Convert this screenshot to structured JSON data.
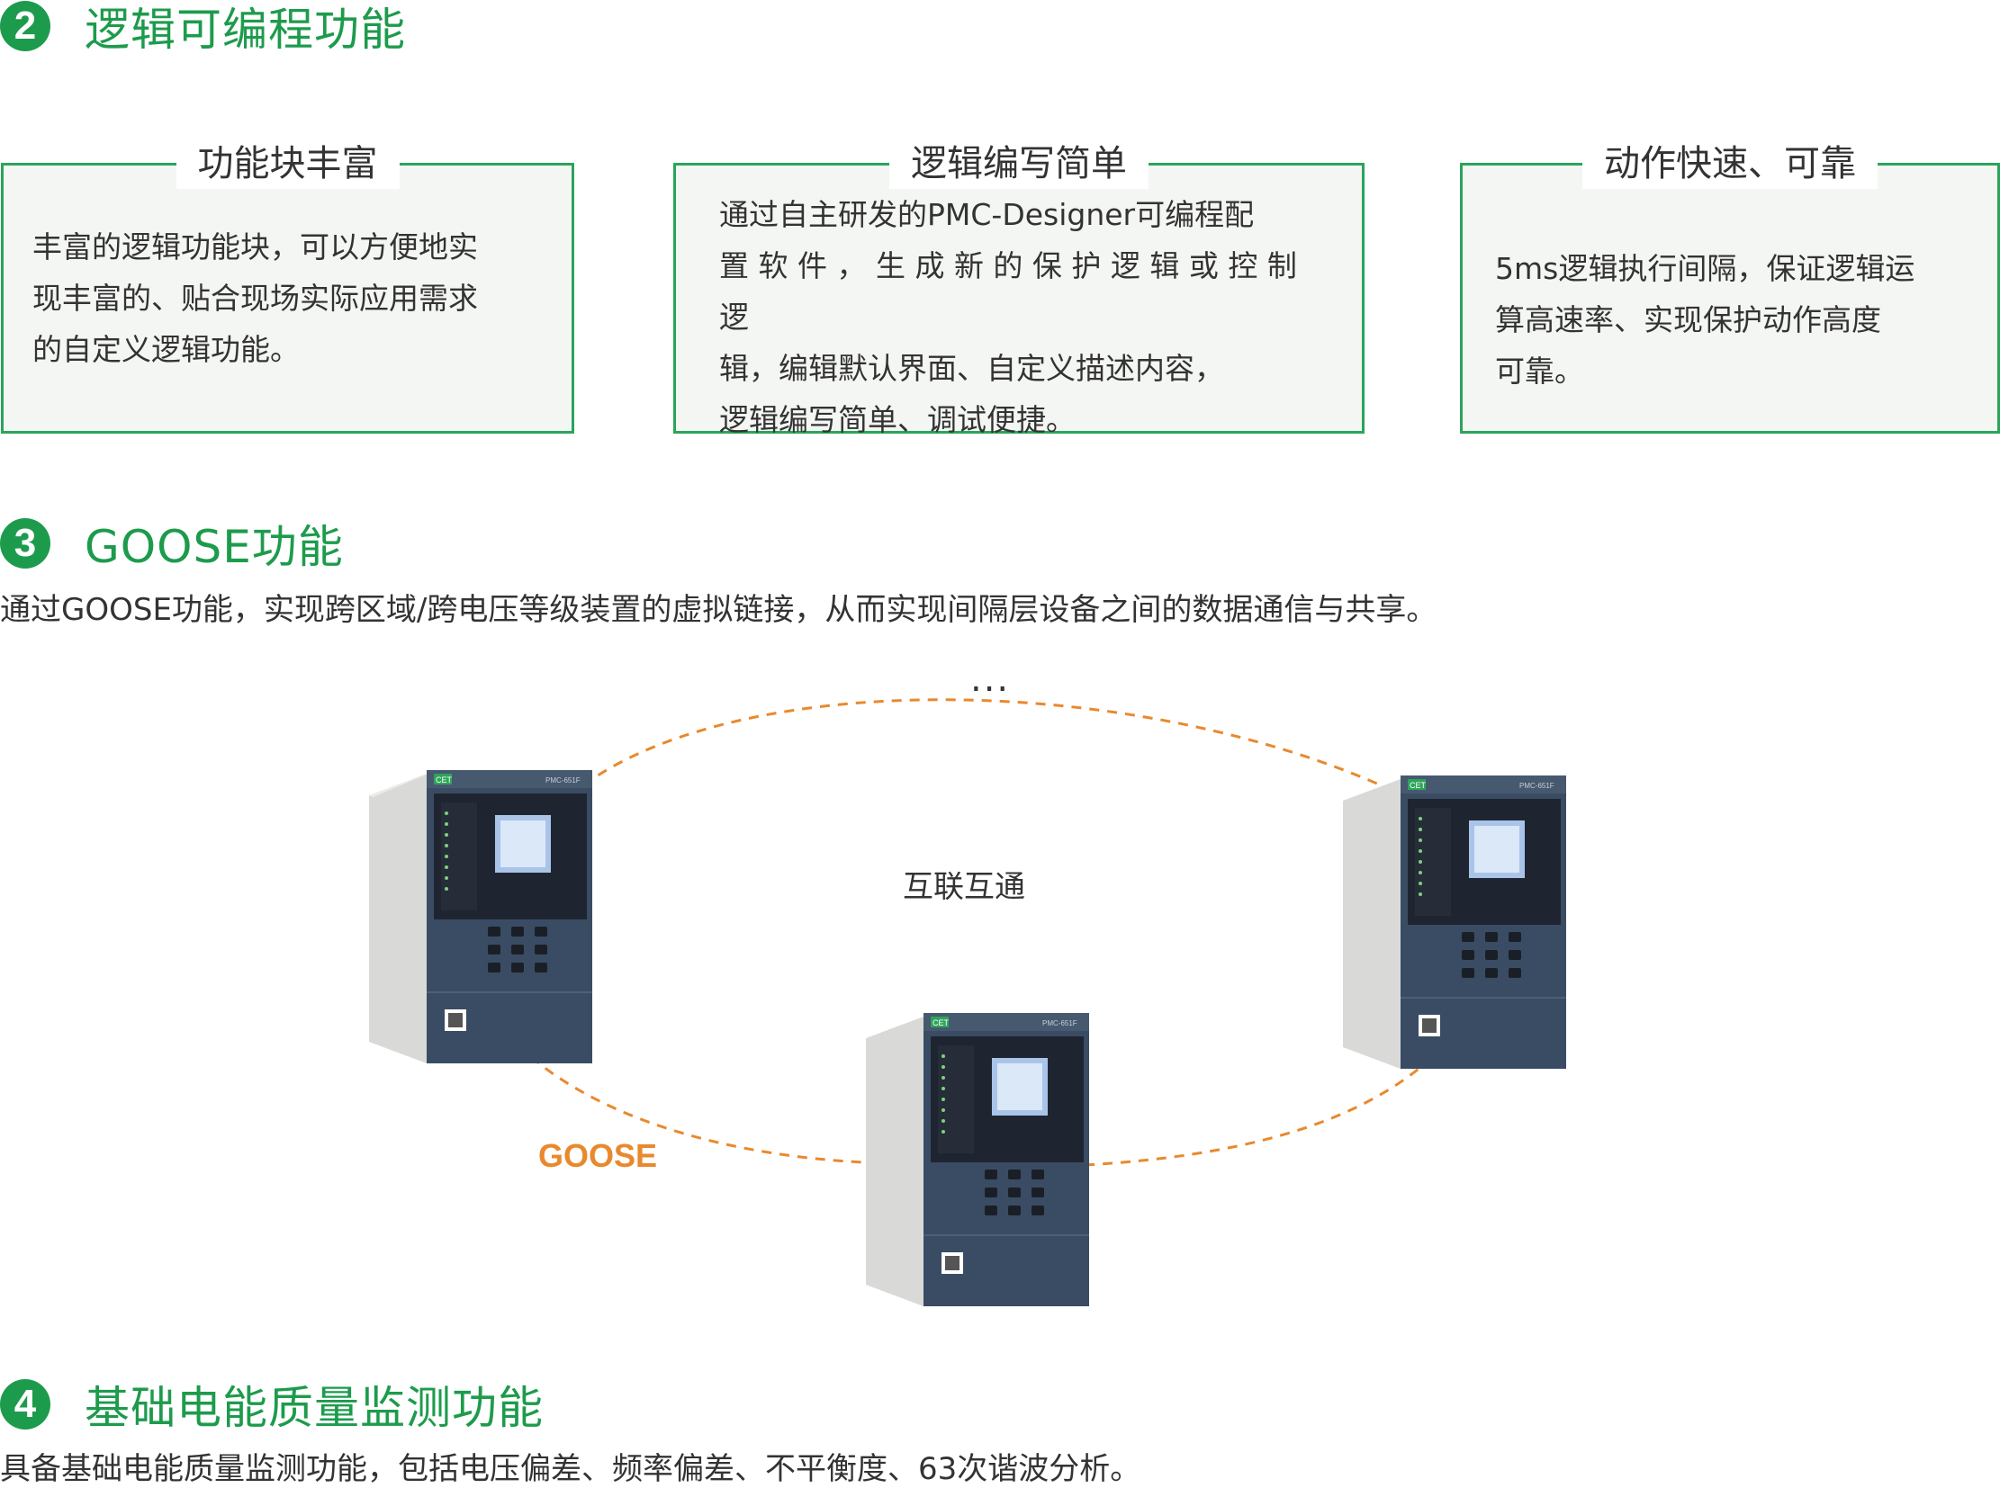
{
  "sec2": {
    "number": "2",
    "title": "逻辑可编程功能",
    "boxes": [
      {
        "title": "功能块丰富",
        "lines": [
          "丰富的逻辑功能块，可以方便地实",
          "现丰富的、贴合现场实际应用需求",
          "的自定义逻辑功能。"
        ]
      },
      {
        "title": "逻辑编写简单",
        "lines": [
          "通过自主研发的PMC-Designer可编程配",
          "置 软 件 ， 生 成 新 的 保 护 逻 辑 或 控 制 逻",
          "辑，编辑默认界面、自定义描述内容，",
          "逻辑编写简单、调试便捷。"
        ]
      },
      {
        "title": "动作快速、可靠",
        "lines": [
          "5ms逻辑执行间隔，保证逻辑运",
          "算高速率、实现保护动作高度",
          "可靠。"
        ]
      }
    ]
  },
  "sec3": {
    "number": "3",
    "title": "GOOSE功能",
    "desc": "通过GOOSE功能，实现跨区域/跨电压等级装置的虚拟链接，从而实现间隔层设备之间的数据通信与共享。",
    "diagram": {
      "ellipsis": "...",
      "center_label": "互联互通",
      "goose_label": "GOOSE",
      "device_brand": "CET",
      "device_model": "PMC-651F",
      "link_color": "#e8892e"
    }
  },
  "sec4": {
    "number": "4",
    "title": "基础电能质量监测功能",
    "desc": "具备基础电能质量监测功能，包括电压偏差、频率偏差、不平衡度、63次谐波分析。"
  },
  "colors": {
    "accent": "#1d9b4c",
    "box_border": "#2aa55a",
    "goose": "#e8892e"
  }
}
